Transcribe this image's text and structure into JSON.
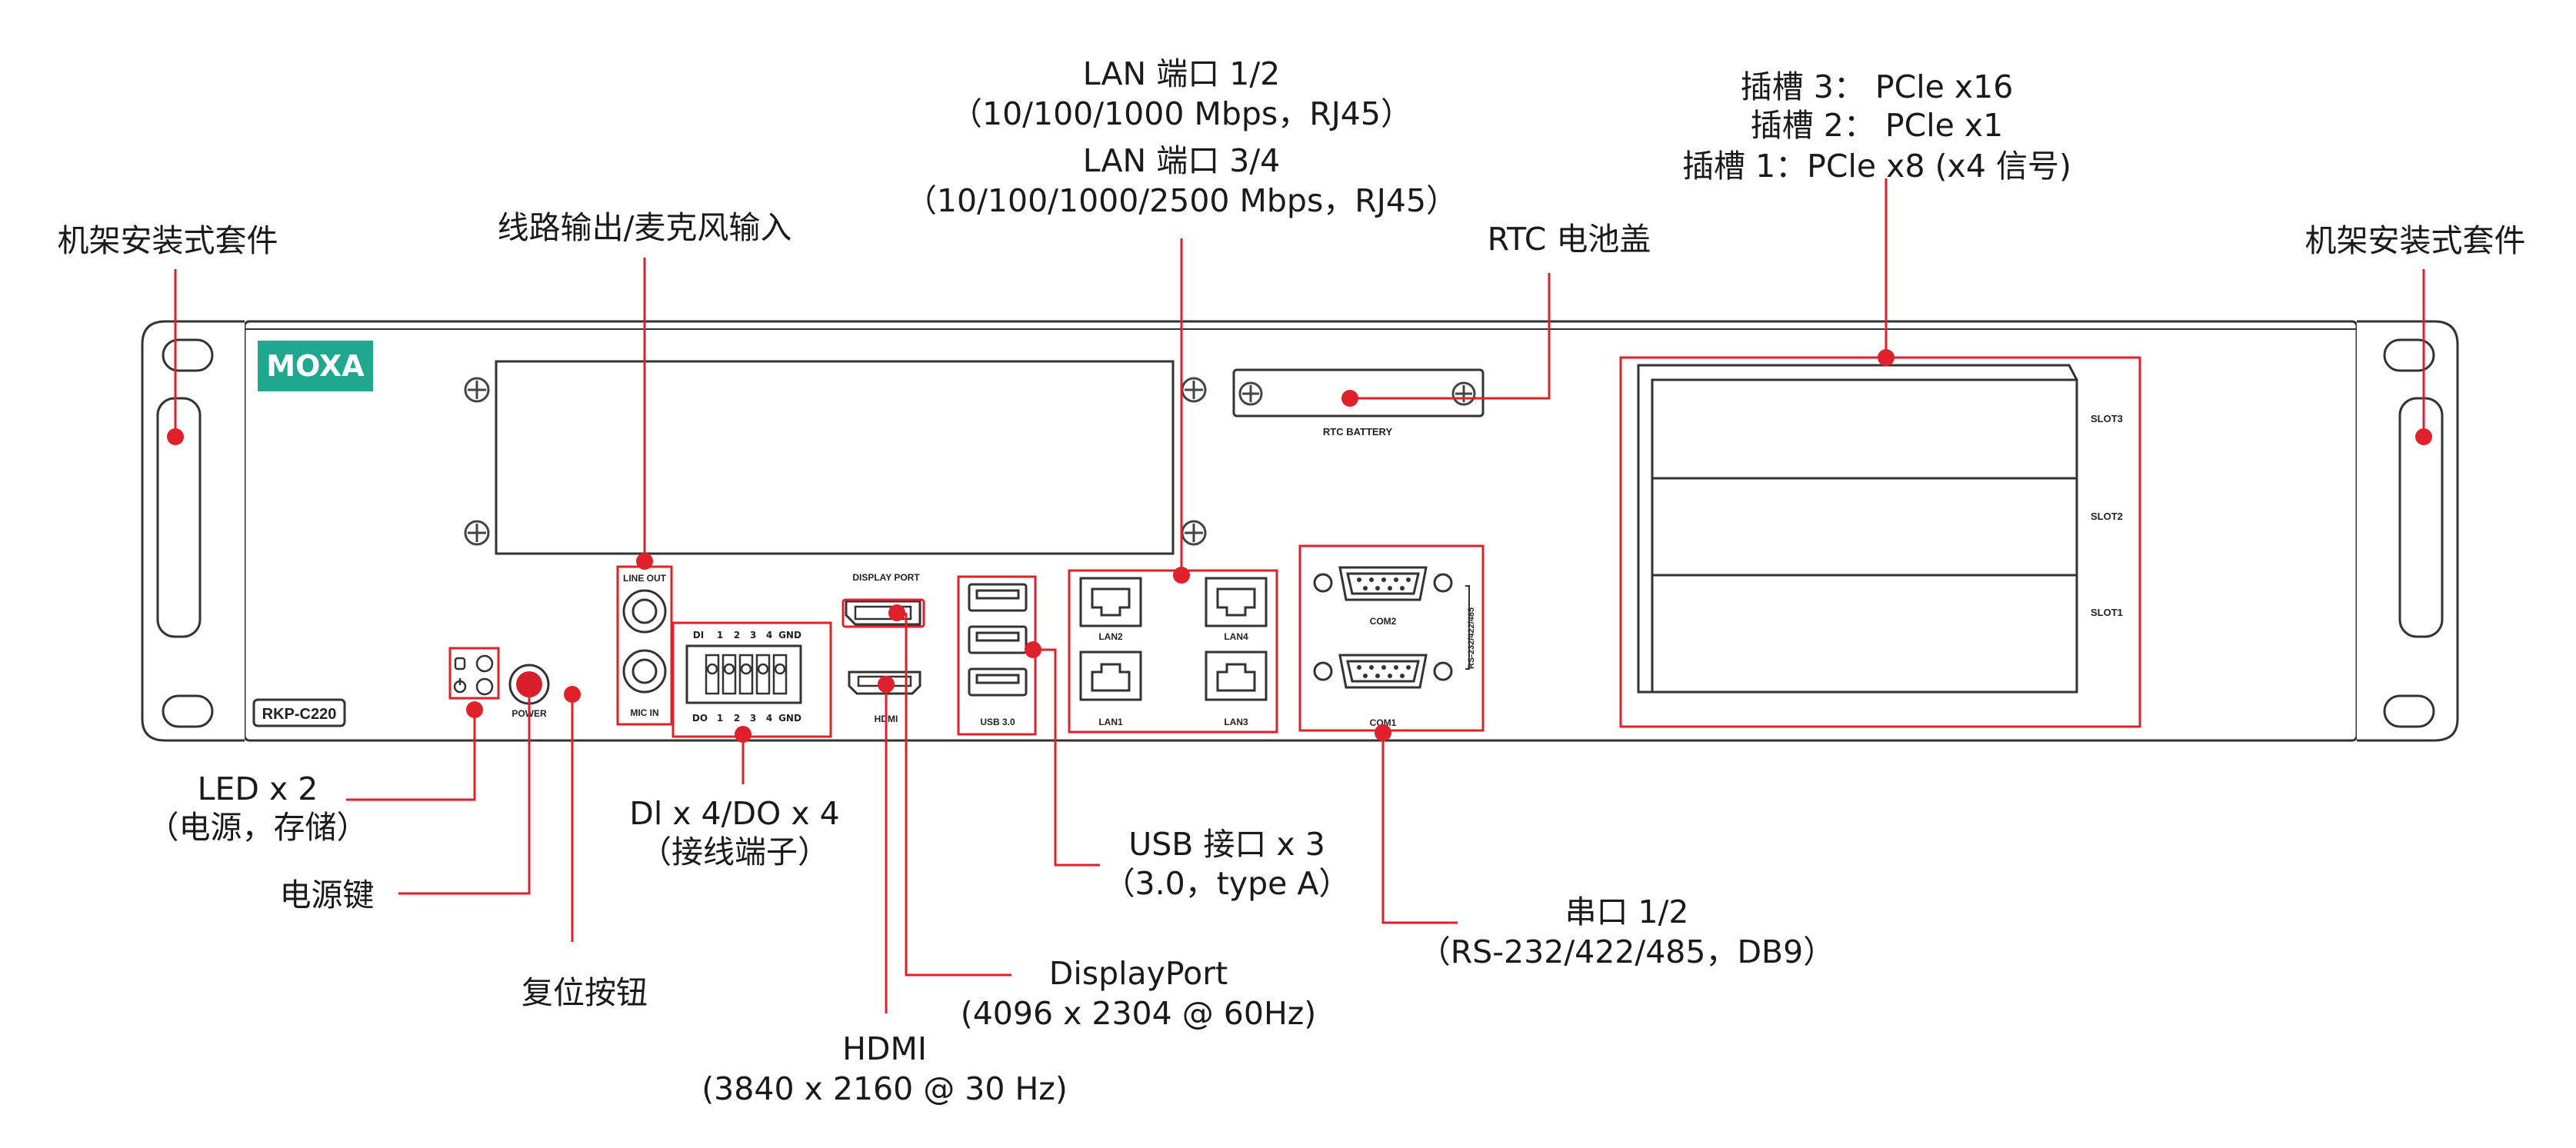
{
  "brand": {
    "logo_text": "MOXA",
    "color": "#1fa88f"
  },
  "model_label": "RKP-C220",
  "accent_color": "#e0202a",
  "callouts": {
    "rack_left": "机架安装式套件",
    "rack_right": "机架安装式套件",
    "audio": "线路输出/麦克风输入",
    "lan_12_title": "LAN 端口 1/2",
    "lan_12_spec": "（10/100/1000 Mbps，RJ45）",
    "lan_34_title": "LAN 端口 3/4",
    "lan_34_spec": "（10/100/1000/2500 Mbps，RJ45）",
    "rtc": "RTC 电池盖",
    "slot3": "插槽 3： PCle x16",
    "slot2": "插槽 2： PCle x1",
    "slot1": "插槽 1：PCle x8 (x4 信号)",
    "led_title": "LED x 2",
    "led_sub": "（电源，存储）",
    "power_key": "电源键",
    "reset": "复位按钮",
    "dio_title": "Dl x 4/DO x 4",
    "dio_sub": "（接线端子）",
    "hdmi_title": "HDMI",
    "hdmi_spec": "(3840 x 2160 @ 30 Hz)",
    "dp_title": "DisplayPort",
    "dp_spec": "(4096 x 2304 @ 60Hz)",
    "usb_title": "USB 接口 x 3",
    "usb_spec": "（3.0，type A）",
    "serial_title": "串口 1/2",
    "serial_spec": "（RS-232/422/485，DB9）"
  },
  "panel_labels": {
    "line_out": "LINE OUT",
    "mic_in": "MIC IN",
    "power": "POWER",
    "di_row": [
      "DI",
      "1",
      "2",
      "3",
      "4",
      "GND"
    ],
    "do_row": [
      "DO",
      "1",
      "2",
      "3",
      "4",
      "GND"
    ],
    "display_port": "DISPLAY PORT",
    "hdmi": "HDMI",
    "usb": "USB 3.0",
    "lan1": "LAN1",
    "lan2": "LAN2",
    "lan3": "LAN3",
    "lan4": "LAN4",
    "com1": "COM1",
    "com2": "COM2",
    "rs_vertical": "RS-232/422/485",
    "rtc_battery": "RTC BATTERY",
    "slot1": "SLOT1",
    "slot2": "SLOT2",
    "slot3": "SLOT3"
  }
}
